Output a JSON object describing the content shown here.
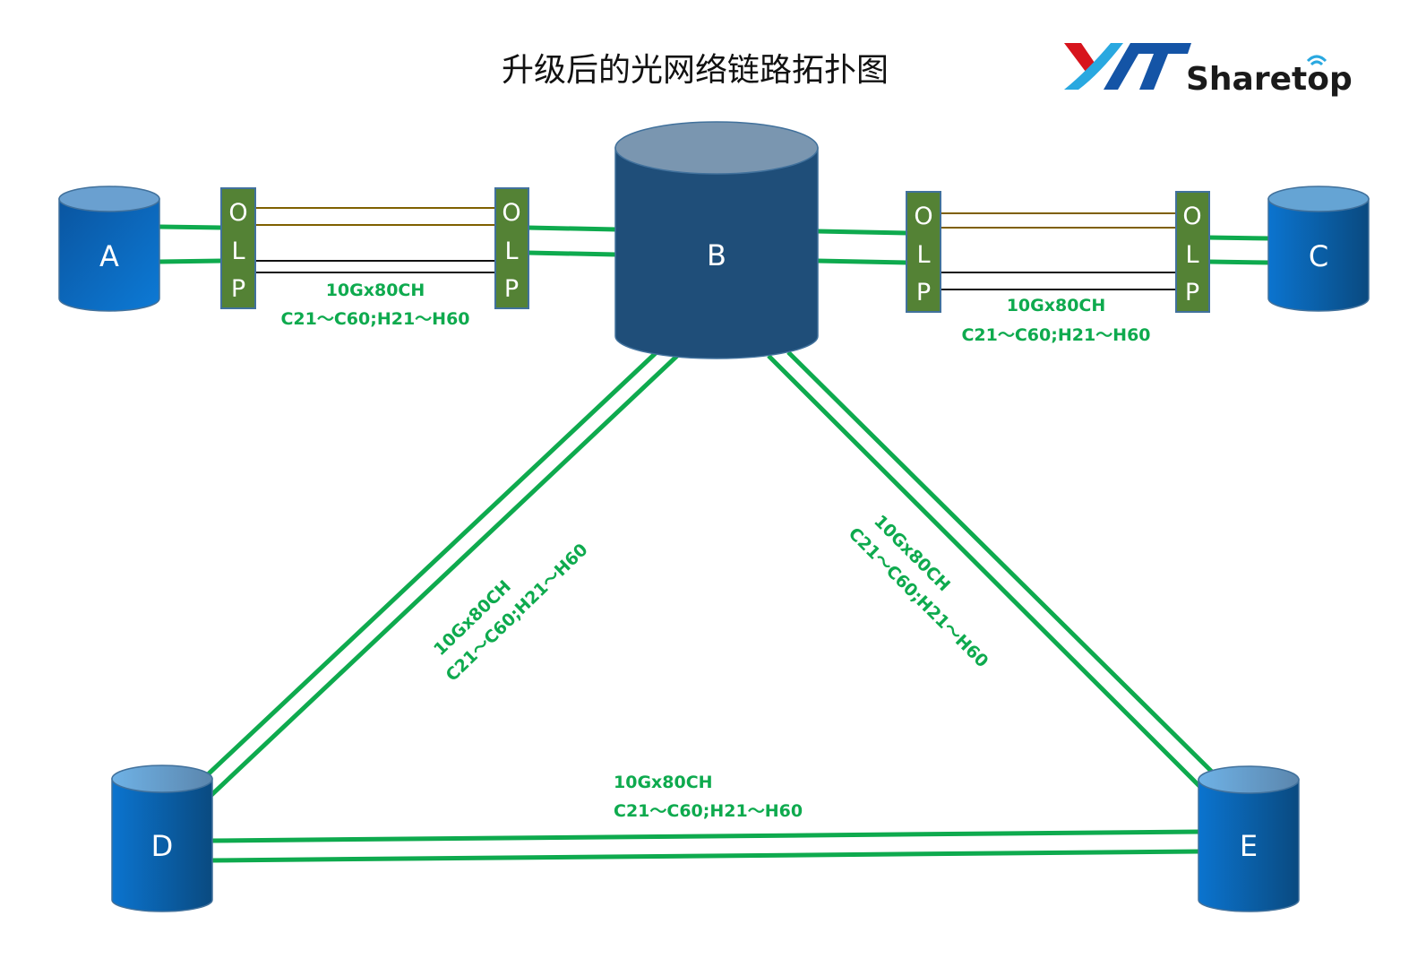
{
  "title": "升级后的光网络链路拓扑图",
  "logo": {
    "mark": "XYT",
    "wordmark": "Sharetop",
    "colors": {
      "red": "#d7141c",
      "light_blue": "#29a8e0",
      "dark_blue": "#1454a6",
      "text": "#1a1a1a"
    }
  },
  "colors": {
    "fiber_green": "#0eaa4e",
    "olp_fill": "#548235",
    "olp_border": "#41719c",
    "link_brown": "#7f6000",
    "link_black": "#111111",
    "node_b_body": "#1f4e79",
    "node_b_top": "#7a96b0",
    "node_body_blue": "#0f6cc0",
    "node_top_blue": "#65a4d4"
  },
  "nodes": [
    {
      "id": "A",
      "label": "A"
    },
    {
      "id": "B",
      "label": "B"
    },
    {
      "id": "C",
      "label": "C"
    },
    {
      "id": "D",
      "label": "D"
    },
    {
      "id": "E",
      "label": "E"
    }
  ],
  "olp_devices": [
    {
      "id": "olp-a-left",
      "letters": [
        "O",
        "L",
        "P"
      ]
    },
    {
      "id": "olp-a-right",
      "letters": [
        "O",
        "L",
        "P"
      ]
    },
    {
      "id": "olp-c-left",
      "letters": [
        "O",
        "L",
        "P"
      ]
    },
    {
      "id": "olp-c-right",
      "letters": [
        "O",
        "L",
        "P"
      ]
    }
  ],
  "links": [
    {
      "id": "A-B",
      "from": "A",
      "to": "B",
      "protected_by": "OLP",
      "capacity": "10Gx80CH",
      "channels": "C21～C60;H21～H60"
    },
    {
      "id": "B-C",
      "from": "B",
      "to": "C",
      "protected_by": "OLP",
      "capacity": "10Gx80CH",
      "channels": "C21～C60;H21～H60"
    },
    {
      "id": "B-D",
      "from": "B",
      "to": "D",
      "capacity": "10Gx80CH",
      "channels": "C21～C60;H21～H60"
    },
    {
      "id": "B-E",
      "from": "B",
      "to": "E",
      "capacity": "10Gx80CH",
      "channels": "C21～C60;H21～H60"
    },
    {
      "id": "D-E",
      "from": "D",
      "to": "E",
      "capacity": "10Gx80CH",
      "channels": "C21～C60;H21～H60"
    }
  ]
}
